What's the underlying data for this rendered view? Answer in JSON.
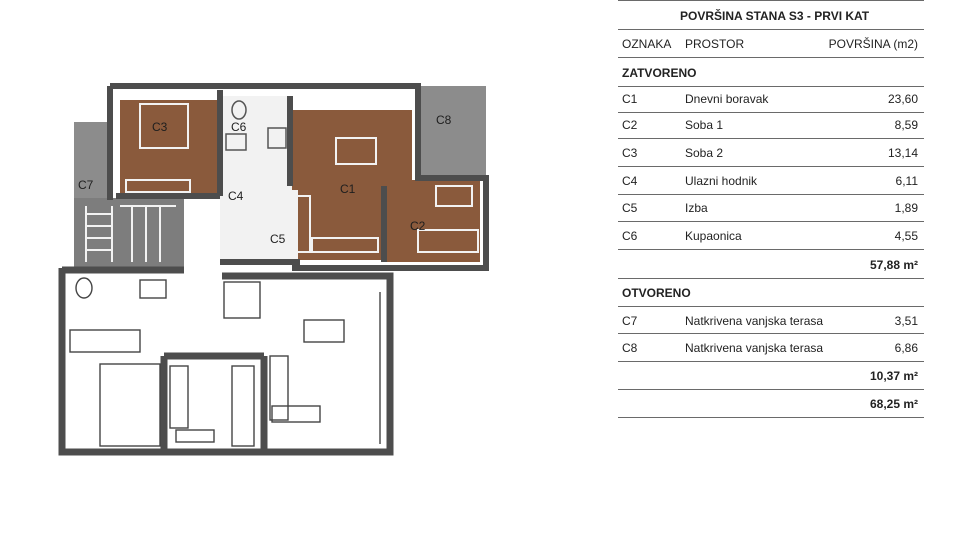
{
  "plan": {
    "labels": {
      "c1": "C1",
      "c2": "C2",
      "c3": "C3",
      "c4": "C4",
      "c5": "C5",
      "c6": "C6",
      "c7": "C7",
      "c8": "C8"
    },
    "colors": {
      "wall": "#4d4d4d",
      "floor_wood": "#8a5a3c",
      "floor_tile": "#f2f2f2",
      "terrace": "#8c8c8c"
    }
  },
  "table": {
    "title": "POVRŠINA STANA S3 - PRVI KAT",
    "col_code": "OZNAKA",
    "col_room": "PROSTOR",
    "col_area": "POVRŠINA (m2)",
    "closed_heading": "ZATVORENO",
    "closed_rows": [
      {
        "code": "C1",
        "room": "Dnevni boravak",
        "area": "23,60"
      },
      {
        "code": "C2",
        "room": "Soba 1",
        "area": "8,59"
      },
      {
        "code": "C3",
        "room": "Soba 2",
        "area": "13,14"
      },
      {
        "code": "C4",
        "room": "Ulazni hodnik",
        "area": "6,11"
      },
      {
        "code": "C5",
        "room": "Izba",
        "area": "1,89"
      },
      {
        "code": "C6",
        "room": "Kupaonica",
        "area": "4,55"
      }
    ],
    "closed_total": "57,88 m²",
    "open_heading": "OTVORENO",
    "open_rows": [
      {
        "code": "C7",
        "room": "Natkrivena vanjska terasa",
        "area": "3,51"
      },
      {
        "code": "C8",
        "room": "Natkrivena vanjska terasa",
        "area": "6,86"
      }
    ],
    "open_total": "10,37 m²",
    "grand_total": "68,25 m²"
  }
}
